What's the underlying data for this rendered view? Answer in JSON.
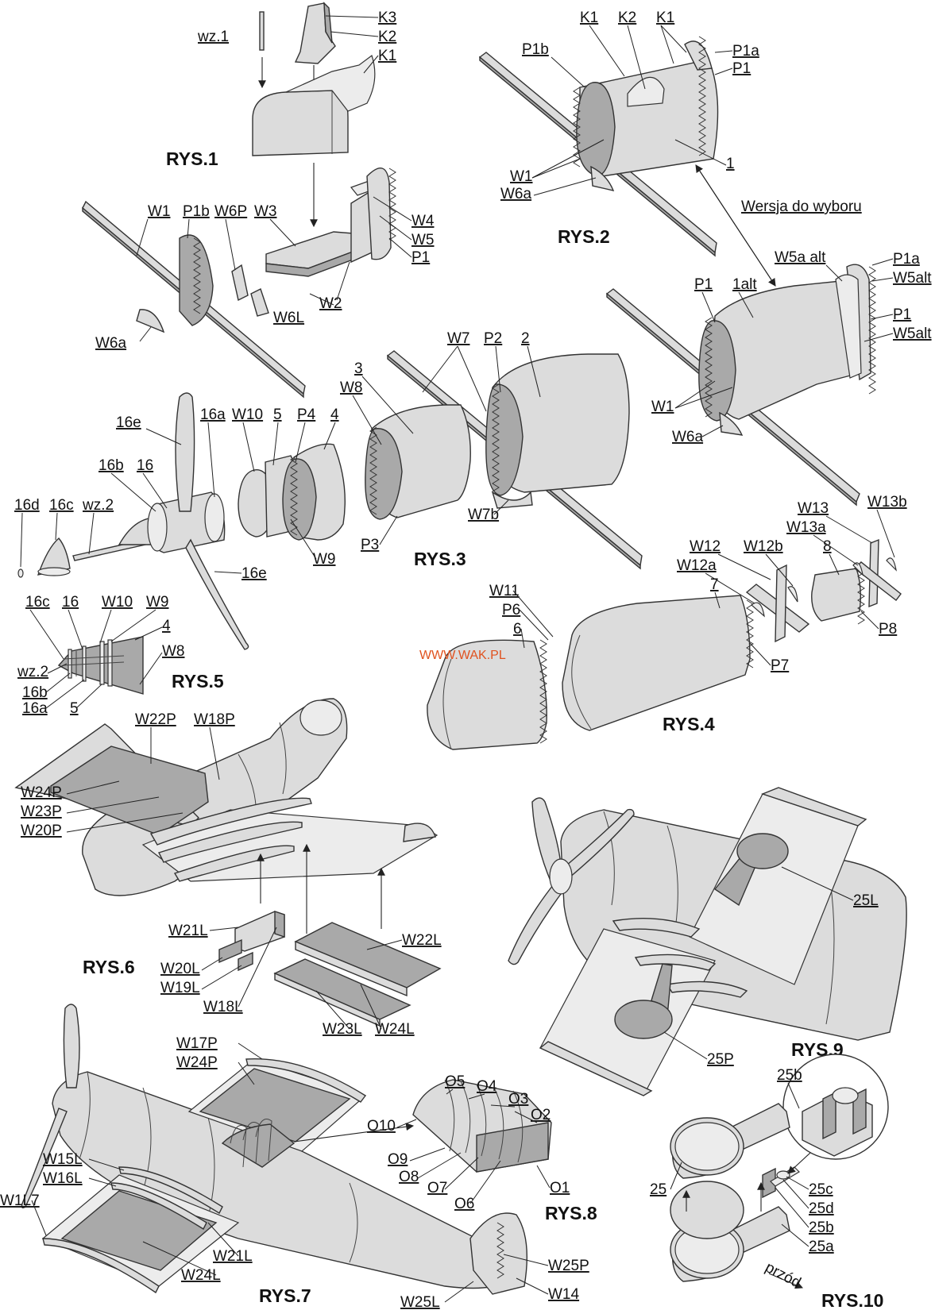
{
  "website": "WWW.WAK.PL",
  "figures": {
    "rys1": "RYS.1",
    "rys2": "RYS.2",
    "rys3": "RYS.3",
    "rys4": "RYS.4",
    "rys5": "RYS.5",
    "rys6": "RYS.6",
    "rys7": "RYS.7",
    "rys8": "RYS.8",
    "rys9": "RYS.9",
    "rys10": "RYS.10"
  },
  "labels": {
    "wz1": "wz.1",
    "k3": "K3",
    "k2": "K2",
    "k1": "K1",
    "r1_w1": "W1",
    "r1_p1b": "P1b",
    "r1_w6p": "W6P",
    "r1_w3": "W3",
    "r1_w4": "W4",
    "r1_w5": "W5",
    "r1_p1": "P1",
    "r1_w2": "W2",
    "r1_w6l": "W6L",
    "r1_w6a": "W6a",
    "r2_k1a": "K1",
    "r2_k2": "K2",
    "r2_k1b": "K1",
    "r2_p1b": "P1b",
    "r2_p1a": "P1a",
    "r2_p1": "P1",
    "r2_w1": "W1",
    "r2_w6a": "W6a",
    "r2_1": "1",
    "wersja": "Wersja do wyboru",
    "alt_w5a": "W5a alt",
    "alt_p1a": "P1a",
    "alt_w5alt1": "W5alt",
    "alt_p1": "P1",
    "alt_1alt": "1alt",
    "alt_p1b": "P1",
    "alt_w5alt2": "W5alt",
    "alt_w1": "W1",
    "alt_w6a": "W6a",
    "r3_w7": "W7",
    "r3_p2": "P2",
    "r3_2": "2",
    "r3_3": "3",
    "r3_w8": "W8",
    "r3_p3": "P3",
    "r3_w7b": "W7b",
    "r4_w13": "W13",
    "r4_w13b": "W13b",
    "r4_w13a": "W13a",
    "r4_w12": "W12",
    "r4_w12b": "W12b",
    "r4_8": "8",
    "r4_w12a": "W12a",
    "r4_7": "7",
    "r4_p8": "P8",
    "r4_w11": "W11",
    "r4_p6": "P6",
    "r4_6": "6",
    "r4_p7": "P7",
    "r5t_16e": "16e",
    "r5t_16a": "16a",
    "r5t_w10": "W10",
    "r5t_5": "5",
    "r5t_p4": "P4",
    "r5t_4": "4",
    "r5t_16b": "16b",
    "r5t_16": "16",
    "r5t_16d": "16d",
    "r5t_16c": "16c",
    "r5t_wz2": "wz.2",
    "r5t_w9": "W9",
    "r5t_16e2": "16e",
    "r5_16c": "16c",
    "r5_16": "16",
    "r5_w10": "W10",
    "r5_w9": "W9",
    "r5_4": "4",
    "r5_w8": "W8",
    "r5_wz2": "wz.2",
    "r5_16b": "16b",
    "r5_16a": "16a",
    "r5_5": "5",
    "r6_w22p": "W22P",
    "r6_w18p": "W18P",
    "r6_w24p": "W24P",
    "r6_w23p": "W23P",
    "r6_w20p": "W20P",
    "r6_w21l": "W21L",
    "r6_w22l": "W22L",
    "r6_w20l": "W20L",
    "r6_w19l": "W19L",
    "r6_w18l": "W18L",
    "r6_w23l": "W23L",
    "r6_w24l": "W24L",
    "r9_25l": "25L",
    "r9_25p": "25P",
    "r7_w17p": "W17P",
    "r7_w24p": "W24P",
    "r7_w15l": "W15L",
    "r7_w16l": "W16L",
    "r7_w1l7": "W1L7",
    "r7_w21l": "W21L",
    "r7_w24l": "W24L",
    "r7_w25p": "W25P",
    "r7_w14": "W14",
    "r7_w25l": "W25L",
    "r8_o10": "O10",
    "r8_o5": "O5",
    "r8_o4": "O4",
    "r8_o3": "O3",
    "r8_o2": "O2",
    "r8_o9": "O9",
    "r8_o8": "O8",
    "r8_o7": "O7",
    "r8_o6": "O6",
    "r8_o1": "O1",
    "r10_25b_top": "25b",
    "r10_25": "25",
    "r10_25c": "25c",
    "r10_25d": "25d",
    "r10_25b": "25b",
    "r10_25a": "25a",
    "r10_przod": "przód"
  }
}
